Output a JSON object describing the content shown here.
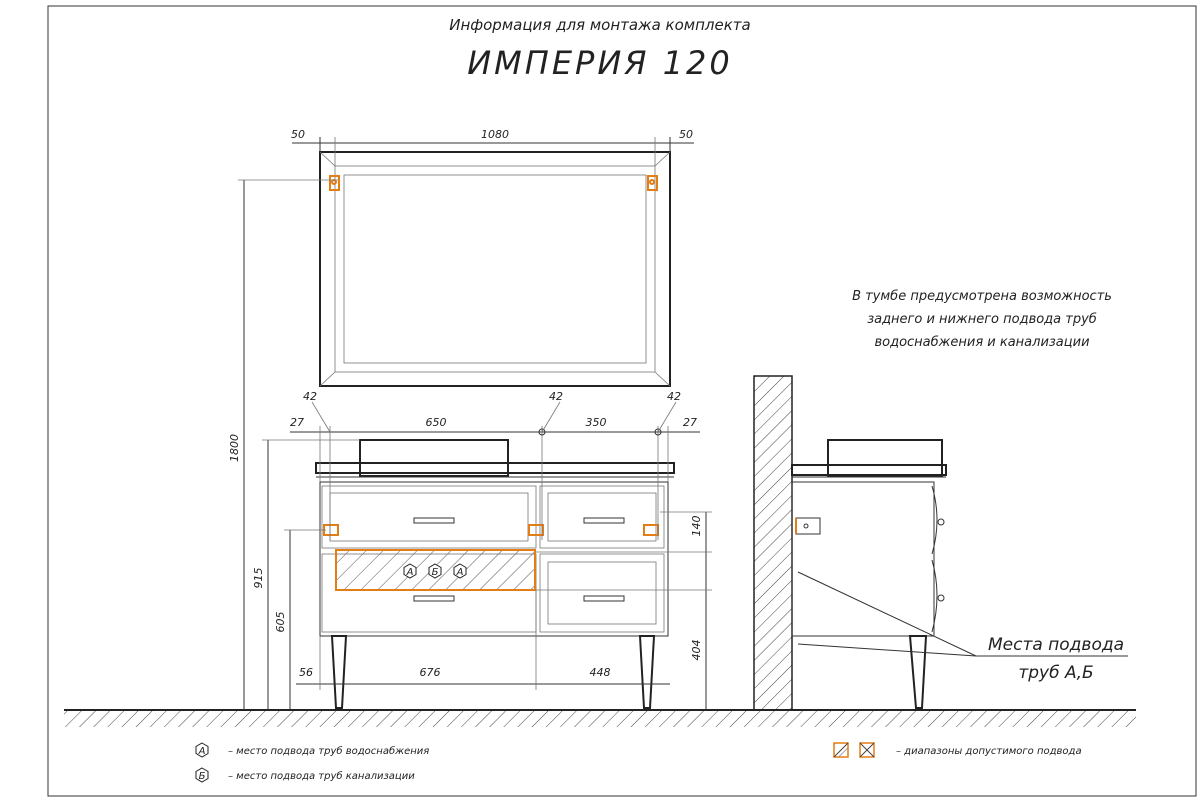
{
  "title": {
    "subtitle": "Информация для монтажа комплекта",
    "name": "ИМПЕРИЯ 120"
  },
  "mirror_dims": {
    "left": "50",
    "width": "1080",
    "right": "50"
  },
  "top_dims": {
    "off_l": "42",
    "off_m": "42",
    "off_r": "42",
    "edge_l": "27",
    "span_l": "650",
    "span_r": "350",
    "edge_r": "27"
  },
  "height_dims": {
    "total": "1800",
    "cabinet": "915",
    "pipes": "605"
  },
  "right_dims": {
    "drawer": "140",
    "low": "404"
  },
  "bottom_dims": {
    "left": "56",
    "mid": "676",
    "right": "448"
  },
  "hex_labels": [
    "А",
    "Б",
    "А"
  ],
  "note_lines": [
    "В тумбе предусмотрена возможность",
    "заднего и нижнего подвода труб",
    "водоснабжения и канализации"
  ],
  "callout": {
    "line1": "Места подвода",
    "line2": "труб А,Б"
  },
  "legend": {
    "a_symbol": "А",
    "a_text": "– место подвода труб водоснабжения",
    "b_symbol": "Б",
    "b_text": "– место подвода труб канализации",
    "range_text": "– диапазоны допустимого подвода"
  },
  "colors": {
    "accent": "#e37d15",
    "line": "#222222"
  }
}
